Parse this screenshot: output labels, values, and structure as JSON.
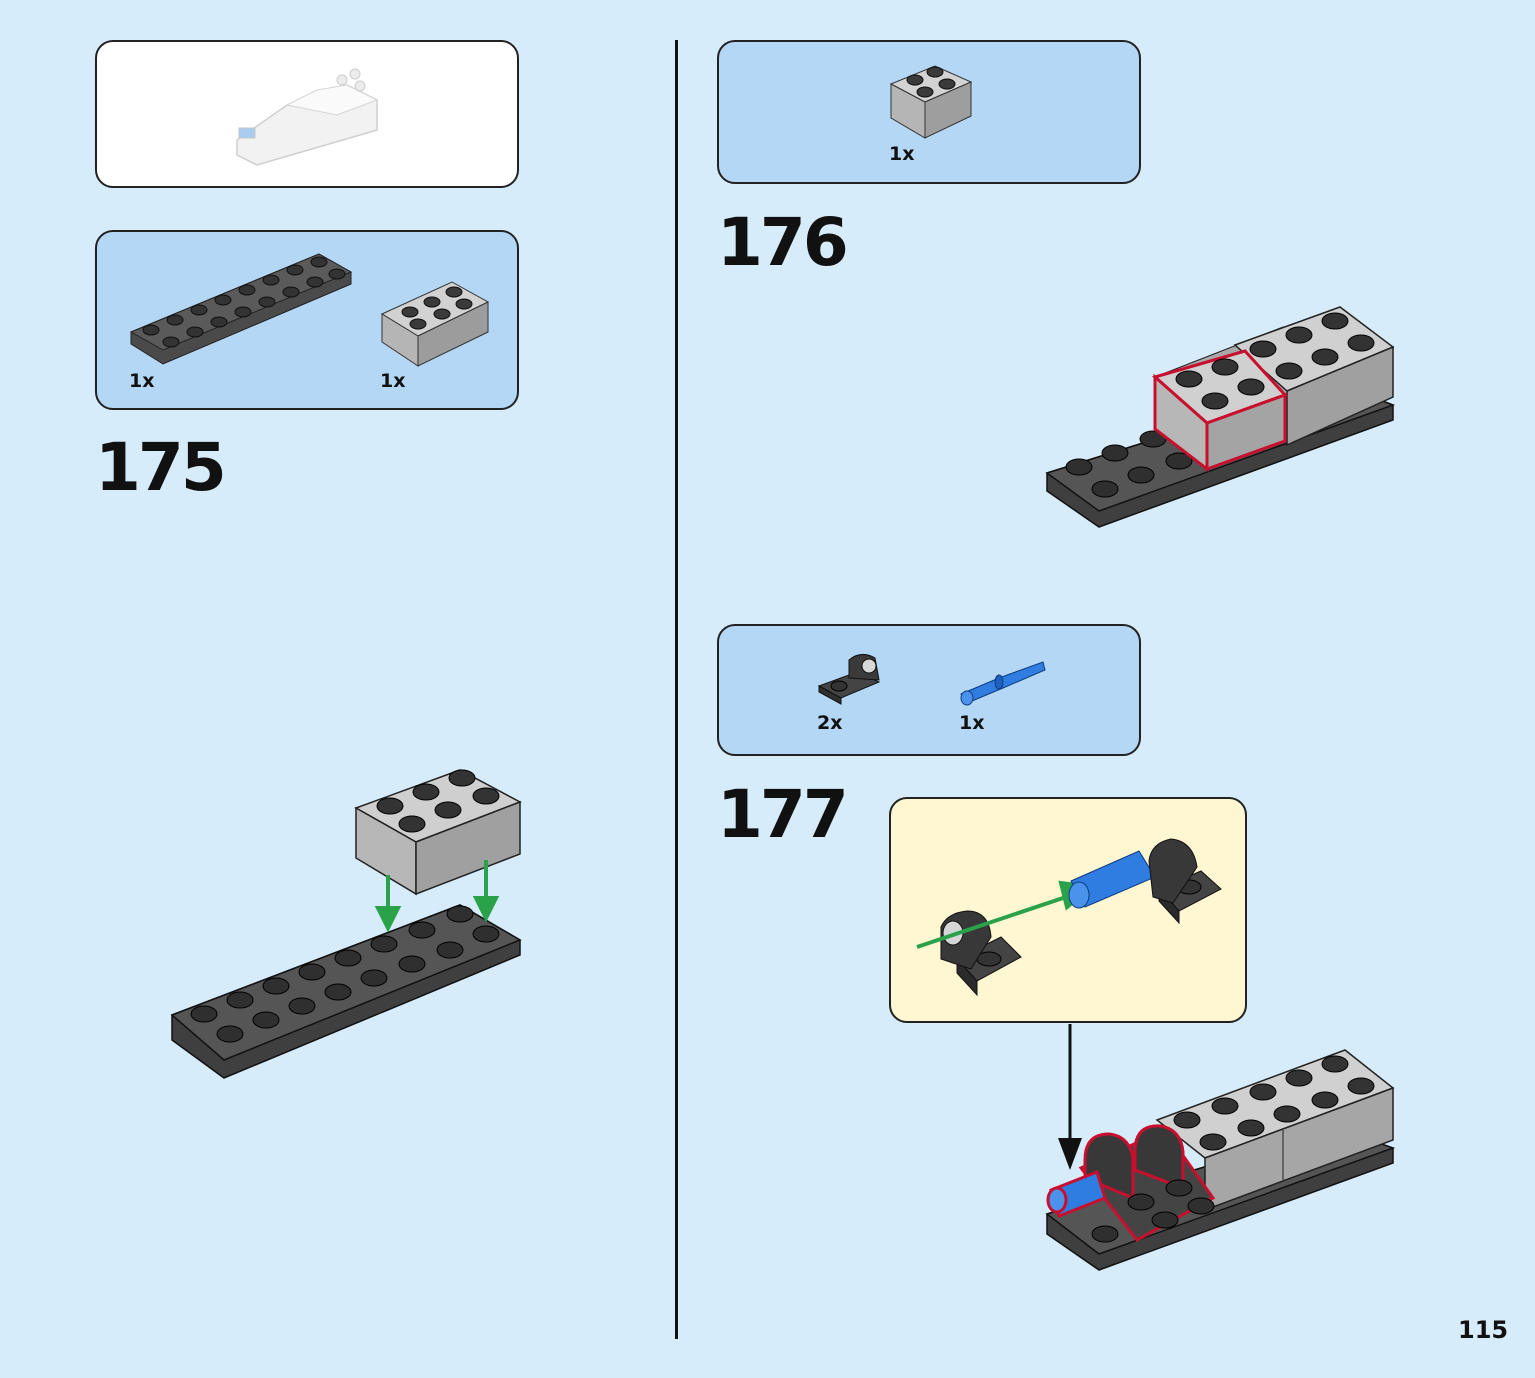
{
  "page": {
    "number": "115"
  },
  "steps": [
    {
      "number": "175",
      "parts": [
        {
          "qty": "1x",
          "part": "black 2x8 plate"
        },
        {
          "qty": "1x",
          "part": "light grey 2x3 brick"
        }
      ]
    },
    {
      "number": "176",
      "parts": [
        {
          "qty": "1x",
          "part": "light grey 2x2 brick"
        }
      ]
    },
    {
      "number": "177",
      "parts": [
        {
          "qty": "2x",
          "part": "black 1x2 plate with pin hole"
        },
        {
          "qty": "1x",
          "part": "blue axle pin"
        }
      ]
    }
  ],
  "colors": {
    "background": "#d6ecfb",
    "parts_box": "#b3d7f5",
    "sub_assembly_box": "#fff6d2",
    "black_part": "#3a3a3a",
    "grey_part": "#b8b8b8",
    "blue_part": "#2f7de0",
    "arrow_green": "#2aa24a",
    "highlight_red": "#c8102e"
  },
  "icons": [
    "green-arrow-icon",
    "black-arrow-icon"
  ]
}
